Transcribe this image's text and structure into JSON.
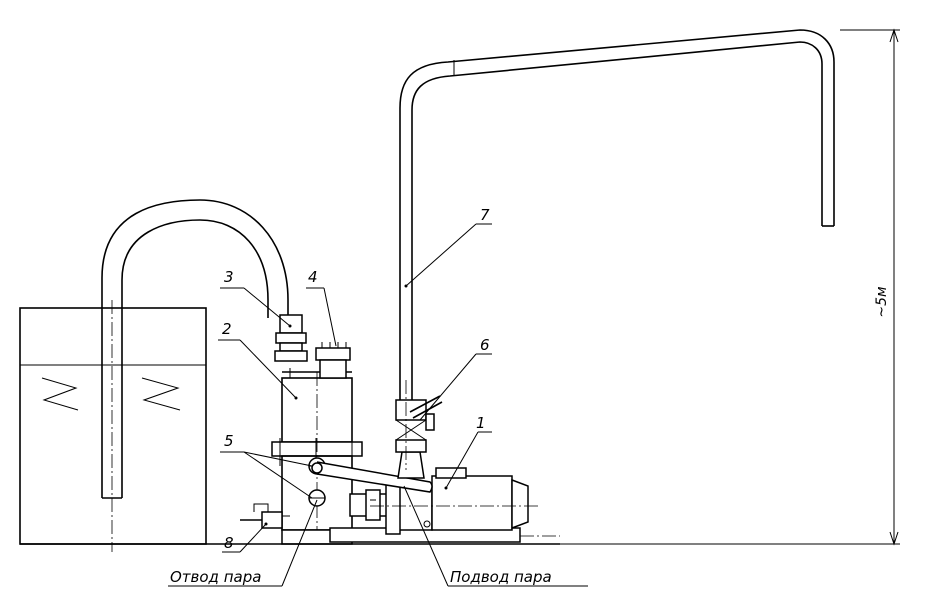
{
  "callouts": {
    "c1": "1",
    "c2": "2",
    "c3": "3",
    "c4": "4",
    "c5": "5",
    "c6": "6",
    "c7": "7",
    "c8": "8"
  },
  "notes": {
    "steam_out": "Отвод пара",
    "steam_in": "Подвод пара",
    "height": "~5м"
  },
  "colors": {
    "line": "#000000",
    "background": "#ffffff"
  }
}
